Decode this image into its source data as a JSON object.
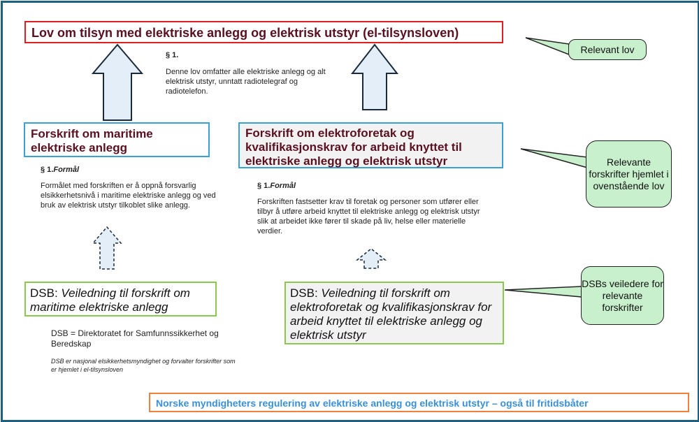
{
  "law": {
    "title": "Lov om tilsyn med elektriske anlegg og elektrisk utstyr (el-tilsynsloven)"
  },
  "law_section": {
    "heading": "§ 1.",
    "text": "Denne lov omfatter alle elektriske anlegg og alt elektrisk utstyr, unntatt radiotelegraf og radiotelefon."
  },
  "maritime_regulation": {
    "title": "Forskrift om maritime elektriske anlegg",
    "section_heading": "§ 1.",
    "section_label": "Formål",
    "text": "Formålet med forskriften er å oppnå forsvarlig elsikkerhetsnivå i maritime elektriske anlegg og ved bruk av elektrisk utstyr tilkoblet slike anlegg."
  },
  "contractor_regulation": {
    "title": "Forskrift om elektroforetak og kvalifikasjonskrav for arbeid knyttet til elektriske anlegg og elektrisk utstyr",
    "section_heading": "§ 1.",
    "section_label": "Formål",
    "text": "Forskriften fastsetter krav til foretak og personer som utfører eller tilbyr å utføre arbeid knyttet til elektriske anlegg og elektrisk utstyr slik at arbeidet ikke fører til skade på liv, helse eller materielle verdier."
  },
  "dsb_maritime": {
    "prefix": "DSB: ",
    "title": "Veiledning til forskrift om maritime elektriske anlegg"
  },
  "dsb_contractor": {
    "prefix": "DSB: ",
    "title": "Veiledning til forskrift om elektroforetak og kvalifikasjonskrav for arbeid knyttet til elektriske anlegg og elektrisk utstyr"
  },
  "dsb_definition": "DSB = Direktoratet for Samfunnssikkerhet og Beredskap",
  "dsb_note": "DSB er nasjonal elsikkerhetsmyndighet og forvalter forskrifter som er hjemlet i el-tilsynsloven",
  "callouts": {
    "law": "Relevant lov",
    "regulations": "Relevante forskrifter hjemlet i ovenstående lov",
    "guides": "DSBs veiledere for relevante forskrifter"
  },
  "footer": "Norske myndigheters regulering av elektriske anlegg og elektrisk utstyr – også til fritidsbåter",
  "colors": {
    "frame": "#1f5f7f",
    "law_border": "#e02020",
    "regulation_border": "#3aa0d8",
    "dsb_border": "#8cc850",
    "callout_fill": "#c8f0cc",
    "footer_border": "#f08040",
    "footer_text": "#3a90d8",
    "title_text": "#5a1020"
  }
}
